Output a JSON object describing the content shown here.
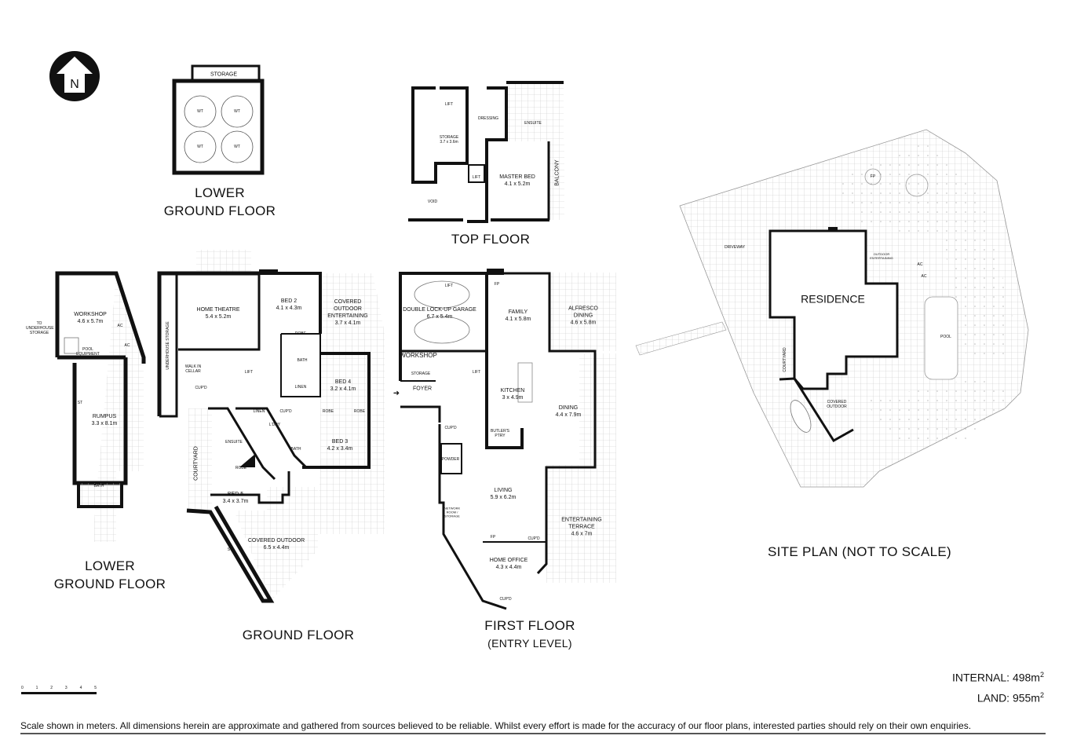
{
  "compass": {
    "label": "N",
    "icon": "north-arrow-icon"
  },
  "lower_ground_top": {
    "title_1": "LOWER",
    "title_2": "GROUND FLOOR",
    "storage": "STORAGE",
    "tanks": [
      "WT",
      "WT",
      "WT",
      "WT"
    ]
  },
  "top_floor": {
    "title": "TOP FLOOR",
    "storage": {
      "name": "STORAGE",
      "size": "3.7 x 3.6m"
    },
    "dressing": "DRESSING",
    "ensuite": "ENSUITE",
    "master": {
      "name": "MASTER BED",
      "size": "4.1 x 5.2m"
    },
    "balcony": "BALCONY",
    "void": "VOID",
    "lift": "LIFT"
  },
  "lower_ground_left": {
    "title_1": "LOWER",
    "title_2": "GROUND FLOOR",
    "workshop": {
      "name": "WORKSHOP",
      "size": "4.6 x 5.7m"
    },
    "to_underhouse": "TO UNDERHOUSE STORAGE",
    "ac": "AC",
    "pool_equipment": "POOL EQUIPMENT",
    "rumpus": {
      "name": "RUMPUS",
      "size": "3.3 x 8.1m"
    },
    "st": "ST",
    "bath": "BATH"
  },
  "ground_floor": {
    "title": "GROUND FLOOR",
    "home_theatre": {
      "name": "HOME THEATRE",
      "size": "5.4 x 5.2m"
    },
    "bed2": {
      "name": "BED 2",
      "size": "4.1 x 4.3m"
    },
    "covered_ent": {
      "name1": "COVERED",
      "name2": "OUTDOOR",
      "name3": "ENTERTAINING",
      "size": "3.7 x 4.1m"
    },
    "underhouse": "UNDERHOUSE STORAGE",
    "cellar": "WALK IN CELLAR",
    "lift": "LIFT",
    "bath": "BATH",
    "bed4": {
      "name": "BED 4",
      "size": "3.2 x 4.1m"
    },
    "laundry": "L'DRY",
    "bed3": {
      "name": "BED 3",
      "size": "4.2 x 3.4m"
    },
    "ensuite": "ENSUITE",
    "courtyard": "COURTYARD",
    "bed5": {
      "name": "BED 5",
      "size": "3.4 x 3.7m"
    },
    "covered_outdoor": {
      "name": "COVERED OUTDOOR",
      "size": "6.5 x 4.4m"
    },
    "st": "ST",
    "robe": "ROBE",
    "linen": "LINEN",
    "cupd": "CUP'D"
  },
  "first_floor": {
    "title": "FIRST FLOOR",
    "subtitle": "(ENTRY LEVEL)",
    "garage": {
      "name": "DOUBLE LOCK-UP GARAGE",
      "size": "6.7 x 5.4m"
    },
    "lift": "LIFT",
    "workshop": "WORKSHOP",
    "storage": "STORAGE",
    "foyer": "FOYER",
    "family": {
      "name": "FAMILY",
      "size": "4.1 x 5.8m"
    },
    "fp": "FP",
    "alfresco": {
      "name1": "ALFRESCO",
      "name2": "DINING",
      "size": "4.6 x 5.8m"
    },
    "kitchen": {
      "name": "KITCHEN",
      "size": "3 x 4.9m"
    },
    "dining": {
      "name": "DINING",
      "size": "4.4 x 7.9m"
    },
    "butlers": "BUTLER'S PTRY",
    "powder": "POWDER",
    "living": {
      "name": "LIVING",
      "size": "5.9 x 6.2m"
    },
    "network": "NETWORK ROOM / STORAGE",
    "terrace": {
      "name1": "ENTERTAINING",
      "name2": "TERRACE",
      "size": "4.6 x 7m"
    },
    "office": {
      "name": "HOME OFFICE",
      "size": "4.3 x 4.4m"
    },
    "cupd": "CUP'D"
  },
  "site_plan": {
    "title": "SITE PLAN (NOT TO SCALE)",
    "driveway": "DRIVEWAY",
    "residence": "RESIDENCE",
    "outdoor_ent": "OUTDOOR ENTERTAINING",
    "ac": "AC",
    "pool": "POOL",
    "courtyard": "COURTYARD",
    "covered_outdoor_1": "COVERED",
    "covered_outdoor_2": "OUTDOOR",
    "fp": "FP"
  },
  "scale_bar": {
    "ticks": [
      "0",
      "1",
      "2",
      "3",
      "4",
      "5"
    ]
  },
  "areas": {
    "internal_label": "INTERNAL:",
    "internal_value": "498m",
    "internal_unit_sup": "2",
    "land_label": "LAND:",
    "land_value": "955m",
    "land_unit_sup": "2"
  },
  "disclaimer": "Scale shown in meters. All dimensions herein are approximate and gathered from sources believed to be  reliable. Whilst every effort is made for the accuracy of our floor plans, interested parties should rely on their own enquiries."
}
